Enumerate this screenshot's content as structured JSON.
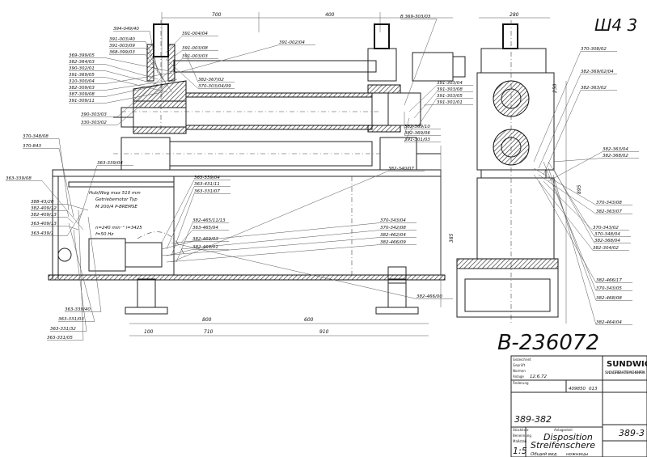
{
  "header": {
    "sheet_mark": "Ш4 3",
    "drawing_number": "B-236072"
  },
  "dimensions": {
    "top": [
      "700",
      "400",
      "280"
    ],
    "bottom": [
      "100",
      "710",
      "910",
      "800",
      "600"
    ],
    "right_vertical": [
      "385",
      "895",
      "250"
    ]
  },
  "labels": {
    "upper_left": [
      "394-049/40",
      "391-003/40",
      "391-003/09",
      "368-399/03",
      "369-399/05",
      "382-364/03",
      "390-302/01",
      "391-369/05",
      "310-300/04",
      "382-309/03",
      "387-309/08",
      "391-309/11",
      "390-303/03",
      "330-303/02"
    ],
    "upper_mid": [
      "391-004/04",
      "391-003/08",
      "391-003/03",
      "391-002/04",
      "382-367/02",
      "370-303/04/09"
    ],
    "upper_right": [
      "B 369-303/03",
      "391-303/04",
      "391-303/08",
      "391-303/05",
      "391-301/01",
      "382-369/10",
      "382-369/06",
      "391-301/03"
    ],
    "side_view": [
      "370-308/02",
      "382-369/02/04",
      "382-363/02",
      "382-363/04",
      "382-368/02",
      "370-343/08",
      "382-363/07",
      "370-343/02",
      "370-348/04",
      "382-368/04",
      "382-304/02",
      "382-466/17",
      "370-343/05",
      "382-468/08",
      "382-464/04"
    ],
    "left": [
      "370-348/08",
      "370-843",
      "363-339/04",
      "363-339/08",
      "388-43/20",
      "382-409/12",
      "382-409/13",
      "363-409/13",
      "363-439/1",
      "363-339/40",
      "363-331/03",
      "363-331/32",
      "363-331/05"
    ],
    "middle": [
      "363-339/04",
      "363-431/11",
      "363-331/07",
      "382-465/11/13",
      "363-465/04",
      "382-469/03",
      "382-469/01",
      "382-340/07",
      "370-343/04",
      "370-342/08",
      "382-462/04",
      "382-466/09",
      "382-466/00"
    ],
    "motor_note": [
      "Getriebemotor Typ",
      "M 200/4 P-BREMSE",
      "n=240 min⁻¹  i=3425",
      "f=50 Hz"
    ],
    "stroke_note": "Hub/Weg max 510 mm"
  },
  "title_block": {
    "company": "SUNDWIG",
    "company_sub": "SUNDWIGER EISENHÜTTE MASCHINENFABRIK",
    "order_no": "409850",
    "sheet": "013",
    "drawn_date": "12.6.72",
    "part_range": "389-382",
    "title_small": "Anlagenteil",
    "title_line1": "Disposition",
    "title_line2": "Streifenschere",
    "scale": "1:5",
    "drawing_ref": "389-3",
    "russian_note_1": "Общий вид",
    "russian_note_2": "ножницы",
    "field_labels": [
      "Gezeichnet",
      "Geprüft",
      "Normen",
      "Anlage",
      "Änderung",
      "Stückliste",
      "Benennung",
      "Maßstab"
    ]
  }
}
